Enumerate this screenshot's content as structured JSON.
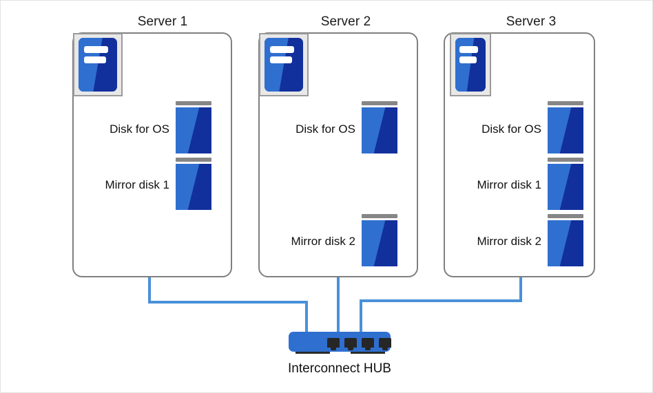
{
  "diagram": {
    "title_colors": {
      "wire": "#4a90d9",
      "disk_light_blue": "#2f6fd0",
      "disk_dark_blue": "#12309c",
      "disk_cap_gray": "#868686",
      "server_border_gray": "#7f7f7f",
      "server_icon_frame": "#9a9a9a",
      "page_border": "#e3e3e3"
    },
    "servers": [
      {
        "title": "Server 1",
        "icon_name": "server-unit-icon",
        "disks": [
          {
            "label": "Disk for OS"
          },
          {
            "label": "Mirror disk 1"
          }
        ]
      },
      {
        "title": "Server 2",
        "icon_name": "server-unit-icon",
        "disks": [
          {
            "label": "Disk for OS"
          },
          {
            "label": "Mirror disk 2"
          }
        ]
      },
      {
        "title": "Server 3",
        "icon_name": "server-unit-icon",
        "disks": [
          {
            "label": "Disk for OS"
          },
          {
            "label": "Mirror disk 1"
          },
          {
            "label": "Mirror disk 2"
          }
        ]
      }
    ],
    "hub": {
      "label": "Interconnect HUB",
      "port_count": 4
    }
  }
}
